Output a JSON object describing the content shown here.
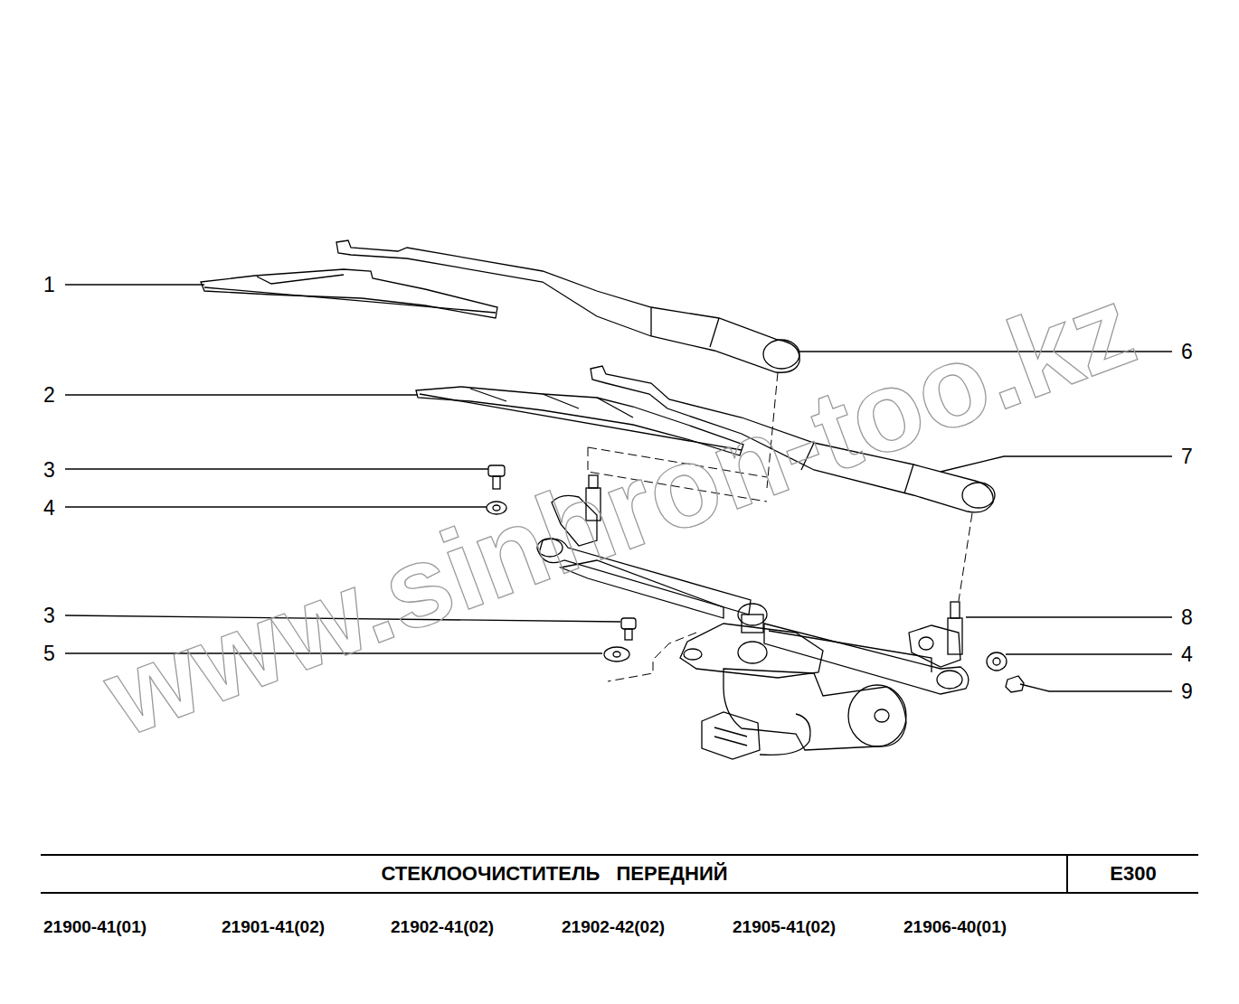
{
  "diagram": {
    "title": "СТЕКЛООЧИСТИТЕЛЬ   ПЕРЕДНИЙ",
    "labels": [
      "1",
      "2",
      "3",
      "4",
      "3",
      "5",
      "6",
      "7",
      "8",
      "4",
      "9",
      "E300",
      "21900-41(01)",
      "21901-41(02)",
      "21902-41(02)",
      "21902-42(02)",
      "21905-41(02)",
      "21906-40(01)",
      "www.sinhron-too.kz"
    ]
  }
}
